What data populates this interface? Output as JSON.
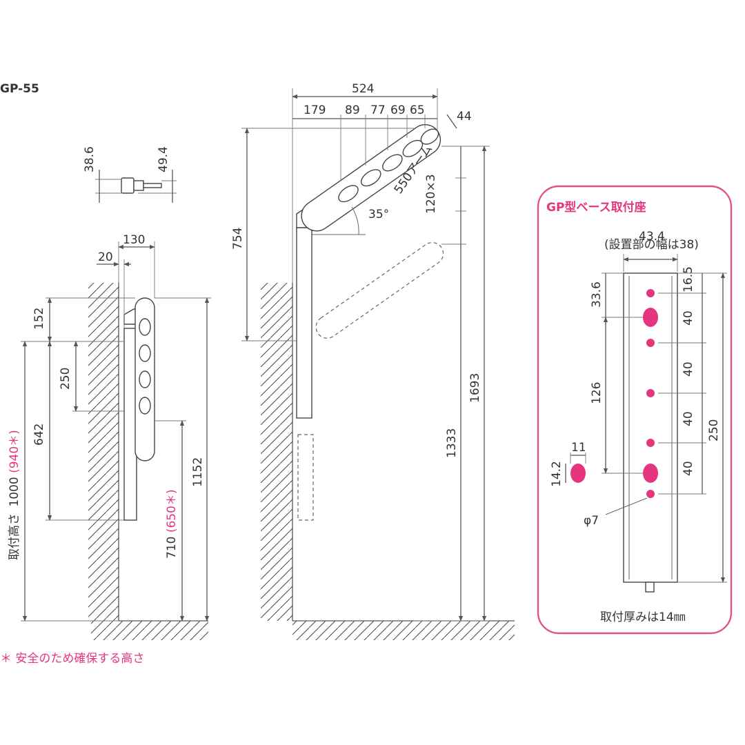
{
  "model": "GP-55",
  "footnote": "＊ 安全のため確保する高さ",
  "top_view": {
    "dim_a": "38.6",
    "dim_b": "49.4"
  },
  "side_view": {
    "width": "130",
    "offset": "20",
    "top_gap": "152",
    "arm_span": "250",
    "height_642": "642",
    "mount_height_label": "取付高さ",
    "mount_height_value": "1000",
    "mount_height_alt": "(940＊)",
    "total_height": "1152",
    "safe_height_value": "710",
    "safe_height_alt": "(650＊)"
  },
  "open_view": {
    "total_width": "524",
    "seg1": "179",
    "seg2": "89",
    "seg3": "77",
    "seg4": "69",
    "seg5": "65",
    "arm_thickness": "44",
    "arm_label": "550アーム",
    "step_label": "120×3",
    "angle": "35°",
    "arm_rise": "754",
    "height_1693": "1693",
    "height_1333": "1333"
  },
  "base_panel": {
    "title": "GP型ベース取付座",
    "width": "43.4",
    "width_note": "(設置部の幅は38)",
    "top_hole_offset": "33.6",
    "top_margin": "16.5",
    "pitch1": "40",
    "pitch2": "40",
    "pitch3": "40",
    "pitch4": "40",
    "slot_span": "126",
    "total_length": "250",
    "slot_w": "11",
    "slot_h": "14.2",
    "hole_dia": "φ7",
    "thickness_note": "取付厚みは14㎜",
    "accent_color": "#e6357f",
    "border_color": "#e2528f"
  }
}
